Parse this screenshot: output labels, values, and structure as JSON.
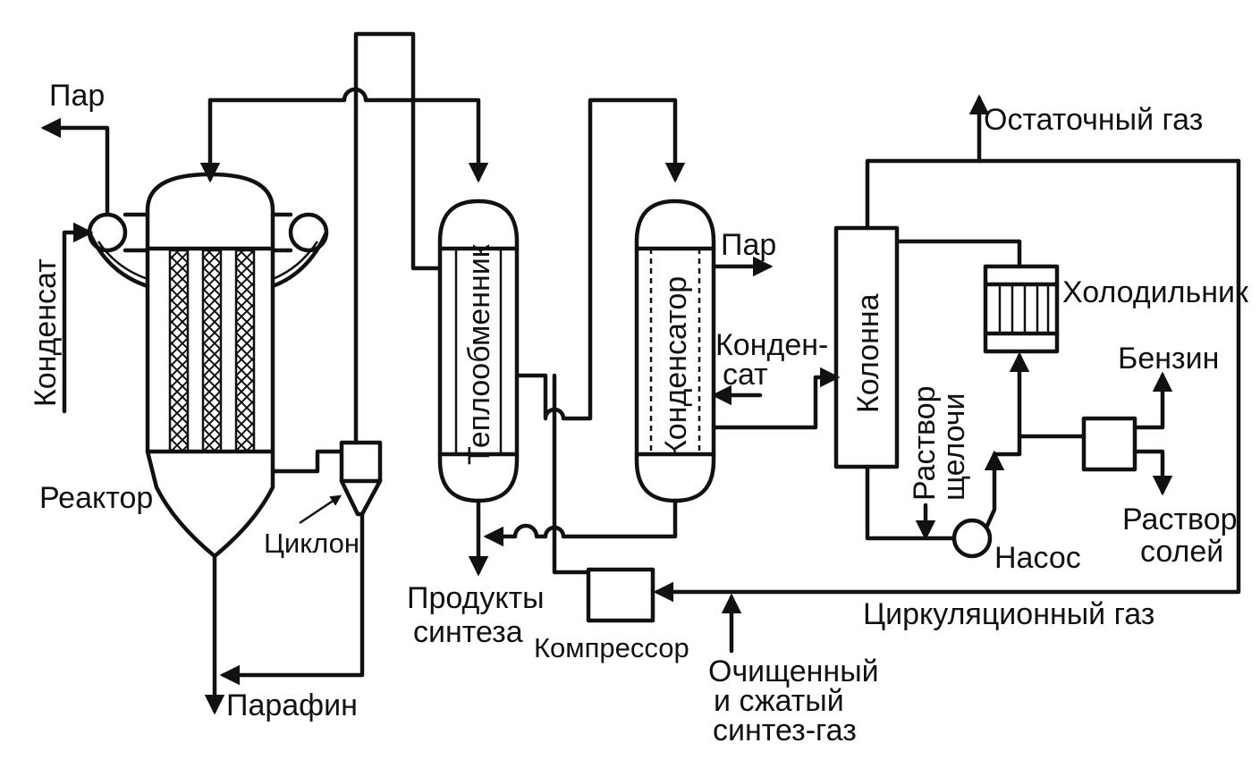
{
  "labels": {
    "par_left": "Пар",
    "kondensat_left": "Конденсат",
    "reaktor": "Реактор",
    "tsiklon": "Циклон",
    "parafin": "Парафин",
    "teploobmennik": "Теплообменник",
    "produkty": "Продукты",
    "sinteza": "синтеза",
    "kompressor": "Компрессор",
    "kondensator": "Конденсатор",
    "par_right": "Пар",
    "konden": "Конден-",
    "sat": "сат",
    "kolonna": "Колонна",
    "rastvor_sh": "Раствор",
    "shchelochi": "щелочи",
    "ostatochny_gaz": "Остаточный газ",
    "kholodilnik": "Холодильник",
    "benzin": "Бензин",
    "rastvor_soley_1": "Раствор",
    "rastvor_soley_2": "солей",
    "nasos": "Насос",
    "tsirk_gaz": "Циркуляционный газ",
    "ochishch": "Очищенный",
    "i_szhaty": "и сжатый",
    "sintez_gaz": "синтез-газ"
  }
}
